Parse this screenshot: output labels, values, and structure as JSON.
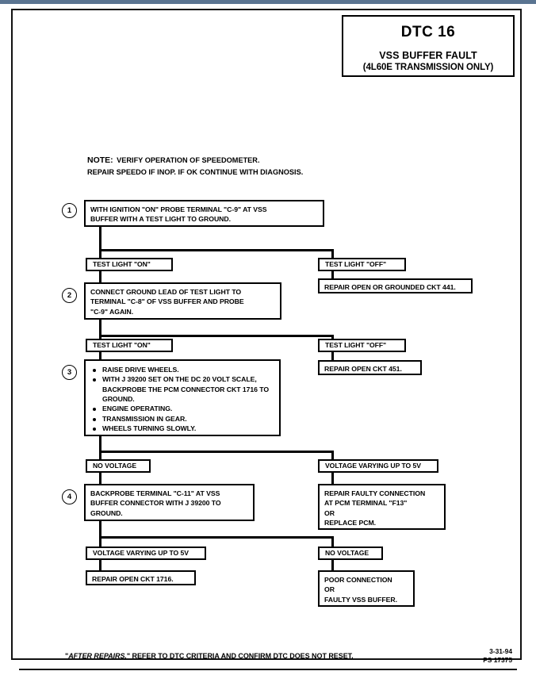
{
  "header": {
    "dtc": "DTC 16",
    "title": "VSS BUFFER FAULT",
    "subtitle": "(4L60E TRANSMISSION ONLY)"
  },
  "note": {
    "label": "NOTE:",
    "line1": "VERIFY OPERATION OF SPEEDOMETER.",
    "line2": "REPAIR SPEEDO IF INOP.  IF OK CONTINUE WITH DIAGNOSIS."
  },
  "steps": {
    "s1": {
      "number": "1",
      "line1": "WITH IGNITION \"ON\" PROBE TERMINAL \"C-9\" AT VSS",
      "line2": "BUFFER WITH A TEST LIGHT TO GROUND."
    },
    "s2": {
      "number": "2",
      "line1": "CONNECT GROUND LEAD OF TEST LIGHT TO",
      "line2": "TERMINAL \"C-8\" OF VSS BUFFER AND PROBE",
      "line3": "\"C-9\" AGAIN."
    },
    "s3": {
      "number": "3",
      "bullets": [
        "RAISE DRIVE WHEELS.",
        "WITH J 39200 SET ON THE DC 20 VOLT SCALE, BACKPROBE THE PCM CONNECTOR CKT 1716 TO GROUND.",
        "ENGINE OPERATING.",
        "TRANSMISSION IN GEAR.",
        "WHEELS TURNING SLOWLY."
      ]
    },
    "s4": {
      "number": "4",
      "line1": "BACKPROBE TERMINAL \"C-11\" AT VSS",
      "line2": "BUFFER CONNECTOR WITH J 39200 TO",
      "line3": "GROUND."
    }
  },
  "branches": {
    "t1_left": "TEST LIGHT \"ON\"",
    "t1_right": "TEST LIGHT \"OFF\"",
    "t2_left": "TEST LIGHT \"ON\"",
    "t2_right": "TEST LIGHT \"OFF\"",
    "t3_left": "NO VOLTAGE",
    "t3_right": "VOLTAGE VARYING UP TO 5V",
    "t4_left": "VOLTAGE VARYING UP TO 5V",
    "t4_right": "NO VOLTAGE"
  },
  "results": {
    "r1": "REPAIR OPEN OR GROUNDED CKT 441.",
    "r2": "REPAIR OPEN CKT 451.",
    "r3_line1": "REPAIR FAULTY CONNECTION",
    "r3_line2": "AT PCM TERMINAL \"F13\"",
    "r3_line3": "OR",
    "r3_line4": "REPLACE PCM.",
    "r4": "REPAIR OPEN CKT 1716.",
    "r5_line1": "POOR CONNECTION",
    "r5_line2": "OR",
    "r5_line3": "FAULTY VSS BUFFER."
  },
  "footer": {
    "emphasis": "AFTER REPAIRS,",
    "quote_open": "\"",
    "rest": "\" REFER TO DTC CRITERIA AND CONFIRM DTC DOES NOT RESET.",
    "date": "3-31-94",
    "code": "PS 17375"
  }
}
